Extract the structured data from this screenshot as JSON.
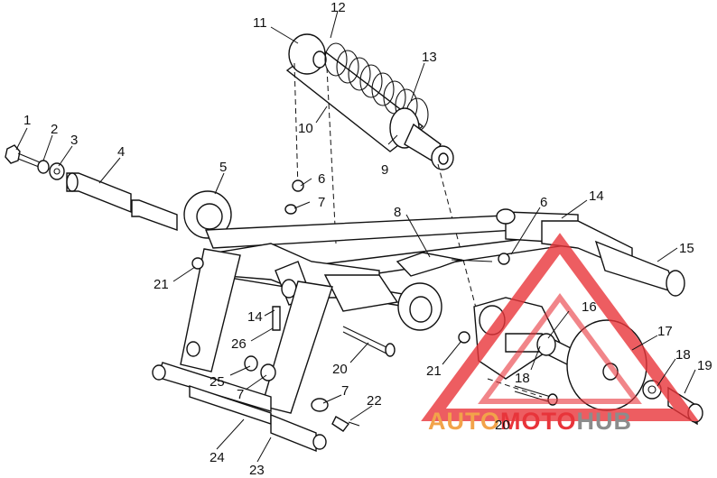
{
  "callouts": [
    {
      "id": "c1",
      "label": "1"
    },
    {
      "id": "c2",
      "label": "2"
    },
    {
      "id": "c3",
      "label": "3"
    },
    {
      "id": "c4",
      "label": "4"
    },
    {
      "id": "c5",
      "label": "5"
    },
    {
      "id": "c6a",
      "label": "6"
    },
    {
      "id": "c6b",
      "label": "6"
    },
    {
      "id": "c7a",
      "label": "7"
    },
    {
      "id": "c7b",
      "label": "7"
    },
    {
      "id": "c7c",
      "label": "7"
    },
    {
      "id": "c8",
      "label": "8"
    },
    {
      "id": "c9",
      "label": "9"
    },
    {
      "id": "c10",
      "label": "10"
    },
    {
      "id": "c11",
      "label": "11"
    },
    {
      "id": "c12",
      "label": "12"
    },
    {
      "id": "c13",
      "label": "13"
    },
    {
      "id": "c14a",
      "label": "14"
    },
    {
      "id": "c14b",
      "label": "14"
    },
    {
      "id": "c15",
      "label": "15"
    },
    {
      "id": "c16",
      "label": "16"
    },
    {
      "id": "c17",
      "label": "17"
    },
    {
      "id": "c18a",
      "label": "18"
    },
    {
      "id": "c18b",
      "label": "18"
    },
    {
      "id": "c19",
      "label": "19"
    },
    {
      "id": "c20a",
      "label": "20"
    },
    {
      "id": "c20b",
      "label": "20"
    },
    {
      "id": "c21a",
      "label": "21"
    },
    {
      "id": "c21b",
      "label": "21"
    },
    {
      "id": "c22",
      "label": "22"
    },
    {
      "id": "c23",
      "label": "23"
    },
    {
      "id": "c24",
      "label": "24"
    },
    {
      "id": "c25",
      "label": "25"
    },
    {
      "id": "c26",
      "label": "26"
    }
  ],
  "watermark": {
    "part1": "AUTO",
    "part2": "MOTO",
    "part3": "HUB",
    "colors": {
      "red": "#e8343a",
      "orange": "#f2a34a",
      "gray": "#8c8c8c"
    }
  }
}
